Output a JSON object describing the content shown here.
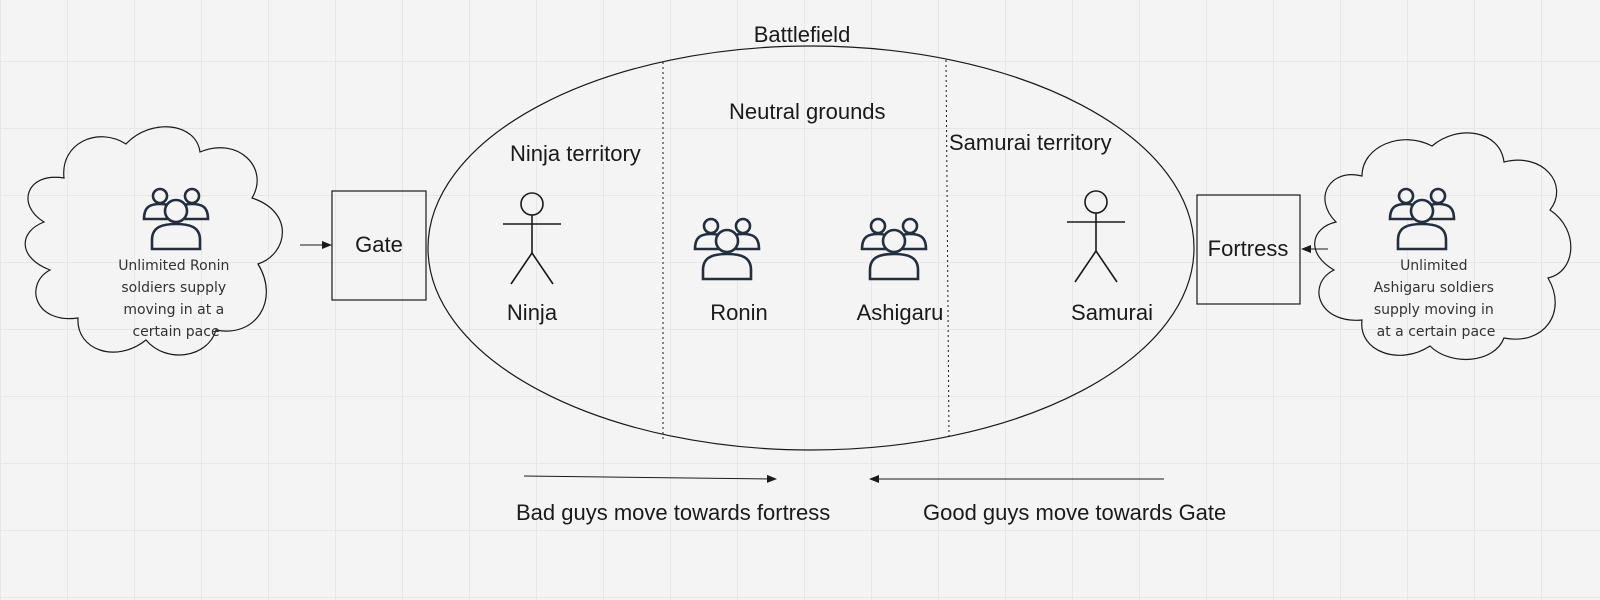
{
  "battlefield": {
    "title": "Battlefield",
    "zones": {
      "ninja": "Ninja territory",
      "neutral": "Neutral grounds",
      "samurai": "Samurai territory"
    },
    "units": {
      "ninja": "Ninja",
      "ronin": "Ronin",
      "ashigaru": "Ashigaru",
      "samurai": "Samurai"
    }
  },
  "gate": {
    "label": "Gate"
  },
  "fortress": {
    "label": "Fortress"
  },
  "left_cloud": {
    "lines": [
      "Unlimited Ronin",
      "soldiers supply",
      "moving in at a",
      "certain pace"
    ]
  },
  "right_cloud": {
    "lines": [
      "Unlimited",
      "Ashigaru soldiers",
      "supply moving in",
      "at a certain pace"
    ]
  },
  "movement": {
    "bad_guys": "Bad guys move towards fortress",
    "good_guys": "Good guys move towards Gate"
  },
  "icons": {
    "group": "group-users-icon",
    "person": "stick-figure-icon"
  },
  "colors": {
    "stroke": "#1a1a1a",
    "icon": "#232f3e",
    "background": "#f4f4f4"
  }
}
